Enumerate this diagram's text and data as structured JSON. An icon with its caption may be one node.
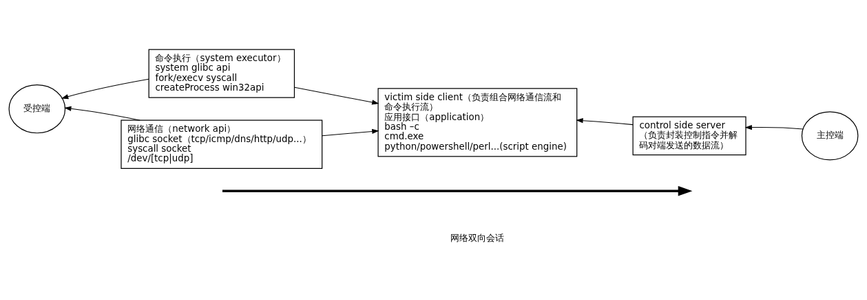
{
  "diagram": {
    "nodes": [
      {
        "text": [
          "受控端"
        ]
      },
      {
        "text": [
          "命令执行（system executor）",
          "system glibc api",
          "fork/execv syscall",
          "createProcess win32api"
        ]
      },
      {
        "text": [
          "网络通信（network api）",
          "glibc socket（tcp/icmp/dns/http/udp...）",
          "syscall socket",
          "/dev/[tcp|udp]"
        ]
      },
      {
        "text": [
          "victim side client（负责组合网络通信流和命令执行流）",
          "应用接口（application）",
          "bash –c",
          "cmd.exe",
          "python/powershell/perl...(script engine)"
        ]
      },
      {
        "text": [
          "control side server",
          "（负责封装控制指令并解码对端发送的数据流）"
        ]
      },
      {
        "text": [
          "主控端"
        ]
      }
    ],
    "edges": [
      {
        "from": 1,
        "to": 0,
        "arrow": "to"
      },
      {
        "from": 1,
        "to": 3,
        "arrow": "to"
      },
      {
        "from": 2,
        "to": 0,
        "arrow": "to"
      },
      {
        "from": 2,
        "to": 3,
        "arrow": "to"
      },
      {
        "from": 4,
        "to": 3,
        "arrow": "to"
      },
      {
        "from": 5,
        "to": 4,
        "arrow": "to"
      }
    ],
    "legend": [
      {
        "text": "网络双向会话"
      }
    ]
  }
}
